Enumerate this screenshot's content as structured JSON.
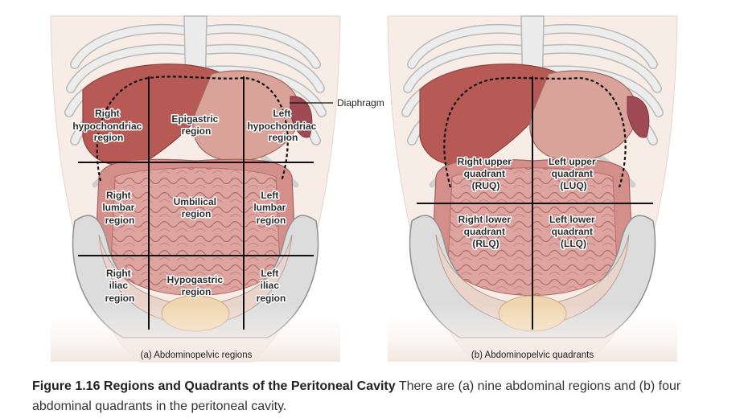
{
  "figure": {
    "callout_label": "Diaphragm",
    "panel_a": {
      "caption": "(a) Abdominopelvic regions",
      "regions": {
        "right_hypochondriac": [
          "Right",
          "hypochondriac",
          "region"
        ],
        "epigastric": [
          "Epigastric",
          "region"
        ],
        "left_hypochondriac": [
          "Left",
          "hypochondriac",
          "region"
        ],
        "right_lumbar": [
          "Right",
          "lumbar",
          "region"
        ],
        "umbilical": [
          "Umbilical",
          "region"
        ],
        "left_lumbar": [
          "Left",
          "lumbar",
          "region"
        ],
        "right_iliac": [
          "Right",
          "iliac",
          "region"
        ],
        "hypogastric": [
          "Hypogastric",
          "region"
        ],
        "left_iliac": [
          "Left",
          "iliac",
          "region"
        ]
      }
    },
    "panel_b": {
      "caption": "(b) Abdominopelvic quadrants",
      "quadrants": {
        "ruq": [
          "Right upper",
          "quadrant",
          "(RUQ)"
        ],
        "luq": [
          "Left upper",
          "quadrant",
          "(LUQ)"
        ],
        "rlq": [
          "Right lower",
          "quadrant",
          "(RLQ)"
        ],
        "llq": [
          "Left lower",
          "quadrant",
          "(LLQ)"
        ]
      }
    },
    "colors": {
      "bone": "#e9e9e9",
      "bone_outline": "#b9b9b9",
      "skin": "#f7ece6",
      "liver": "#b75a55",
      "stomach": "#d9a39a",
      "intestine": "#dea5a0",
      "intestine_outline": "#b26d6a",
      "line": "#111111"
    }
  },
  "caption": {
    "title": "Figure 1.16 Regions and Quadrants of the Peritoneal Cavity",
    "text": " There are (a) nine abdominal regions and (b) four abdominal quadrants in the peritoneal cavity."
  }
}
